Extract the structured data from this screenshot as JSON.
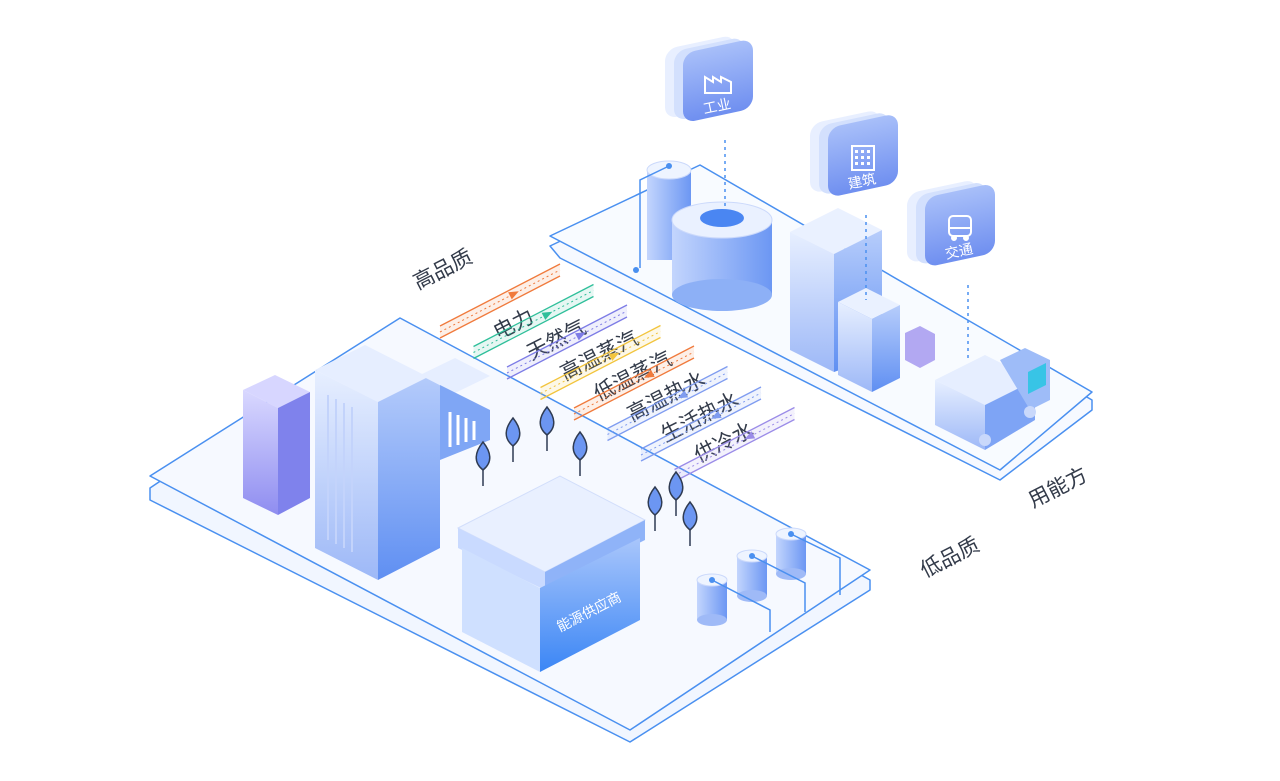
{
  "labels": {
    "high_quality": "高品质",
    "low_quality": "低品质",
    "consumer": "用能方",
    "supplier": "能源供应商"
  },
  "pipes": [
    {
      "label": "电力",
      "color": "#f07a3c"
    },
    {
      "label": "天然气",
      "color": "#2fbf9a"
    },
    {
      "label": "高温蒸汽",
      "color": "#7d7ce6"
    },
    {
      "label": "低温蒸汽",
      "color": "#f2c43c"
    },
    {
      "label": "高温热水",
      "color": "#f07a3c"
    },
    {
      "label": "生活热水",
      "color": "#7f9cf0"
    },
    {
      "label": "供冷水",
      "color": "#7f9cf0"
    },
    {
      "label": "",
      "color": "#9b8ce8"
    }
  ],
  "sectors": [
    {
      "label": "工业",
      "icon": "factory-icon"
    },
    {
      "label": "建筑",
      "icon": "building-icon"
    },
    {
      "label": "交通",
      "icon": "bus-icon"
    }
  ],
  "colors": {
    "platform_edge": "#4a90f0",
    "platform_fill": "#f2f7ff",
    "building_blue": "#5b8ef5",
    "building_light": "#dfe9ff",
    "text": "#333b4a"
  }
}
